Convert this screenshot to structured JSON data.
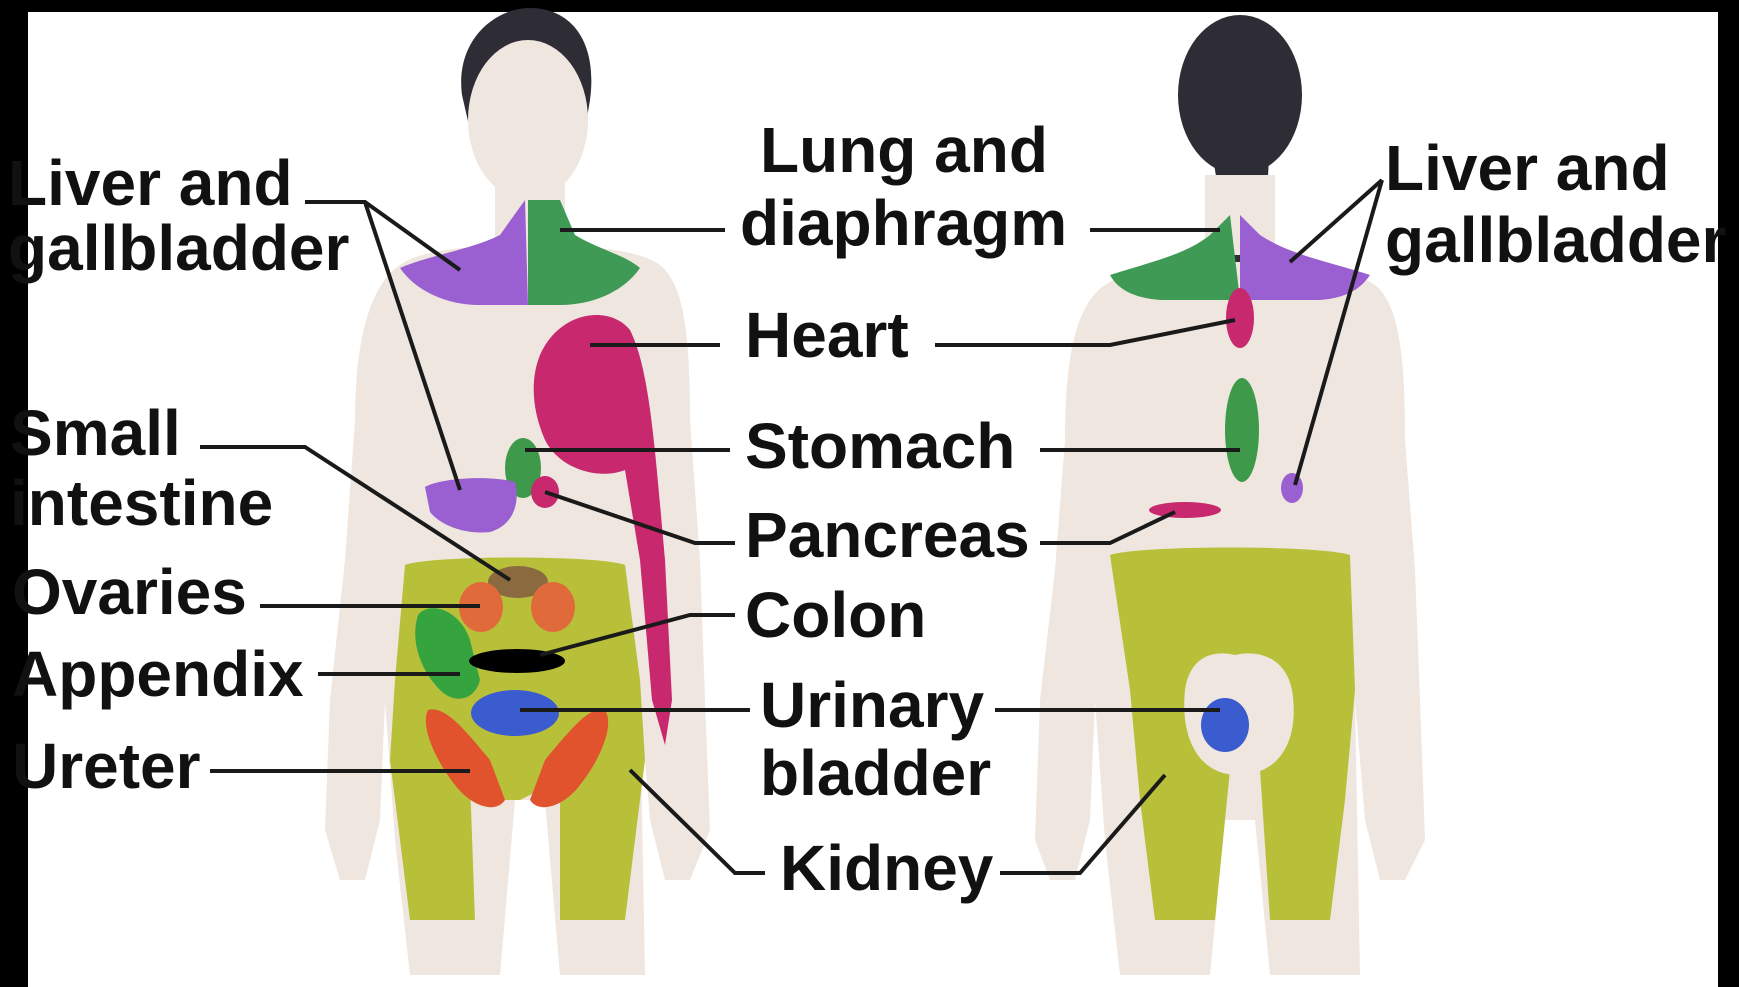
{
  "labels": {
    "liver_gallbladder_front_line1": "Liver and",
    "liver_gallbladder_front_line2": "gallbladder",
    "small_intestine_line1": "Small",
    "small_intestine_line2": "intestine",
    "ovaries": "Ovaries",
    "appendix": "Appendix",
    "ureter": "Ureter",
    "lung_diaphragm_line1": "Lung and",
    "lung_diaphragm_line2": "diaphragm",
    "heart": "Heart",
    "stomach": "Stomach",
    "pancreas": "Pancreas",
    "colon": "Colon",
    "urinary_bladder_line1": "Urinary",
    "urinary_bladder_line2": "bladder",
    "kidney": "Kidney",
    "liver_gallbladder_back_line1": "Liver and",
    "liver_gallbladder_back_line2": "gallbladder"
  },
  "colors": {
    "skin": "#efe6df",
    "skin_shadow": "#d9cbc1",
    "hair": "#2e2d35",
    "liver_gallbladder": "#9a5fd0",
    "lung_diaphragm": "#3f9a55",
    "heart": "#c8286d",
    "stomach": "#3e9a4a",
    "pancreas": "#c8286d",
    "small_intestine": "#8c6a3f",
    "ovaries": "#e06a3a",
    "appendix": "#35a43f",
    "colon": "#000000",
    "urinary_bladder": "#3a5ccf",
    "ureter": "#e0532c",
    "kidney": "#b8c03a",
    "line": "#1a1a1a"
  }
}
